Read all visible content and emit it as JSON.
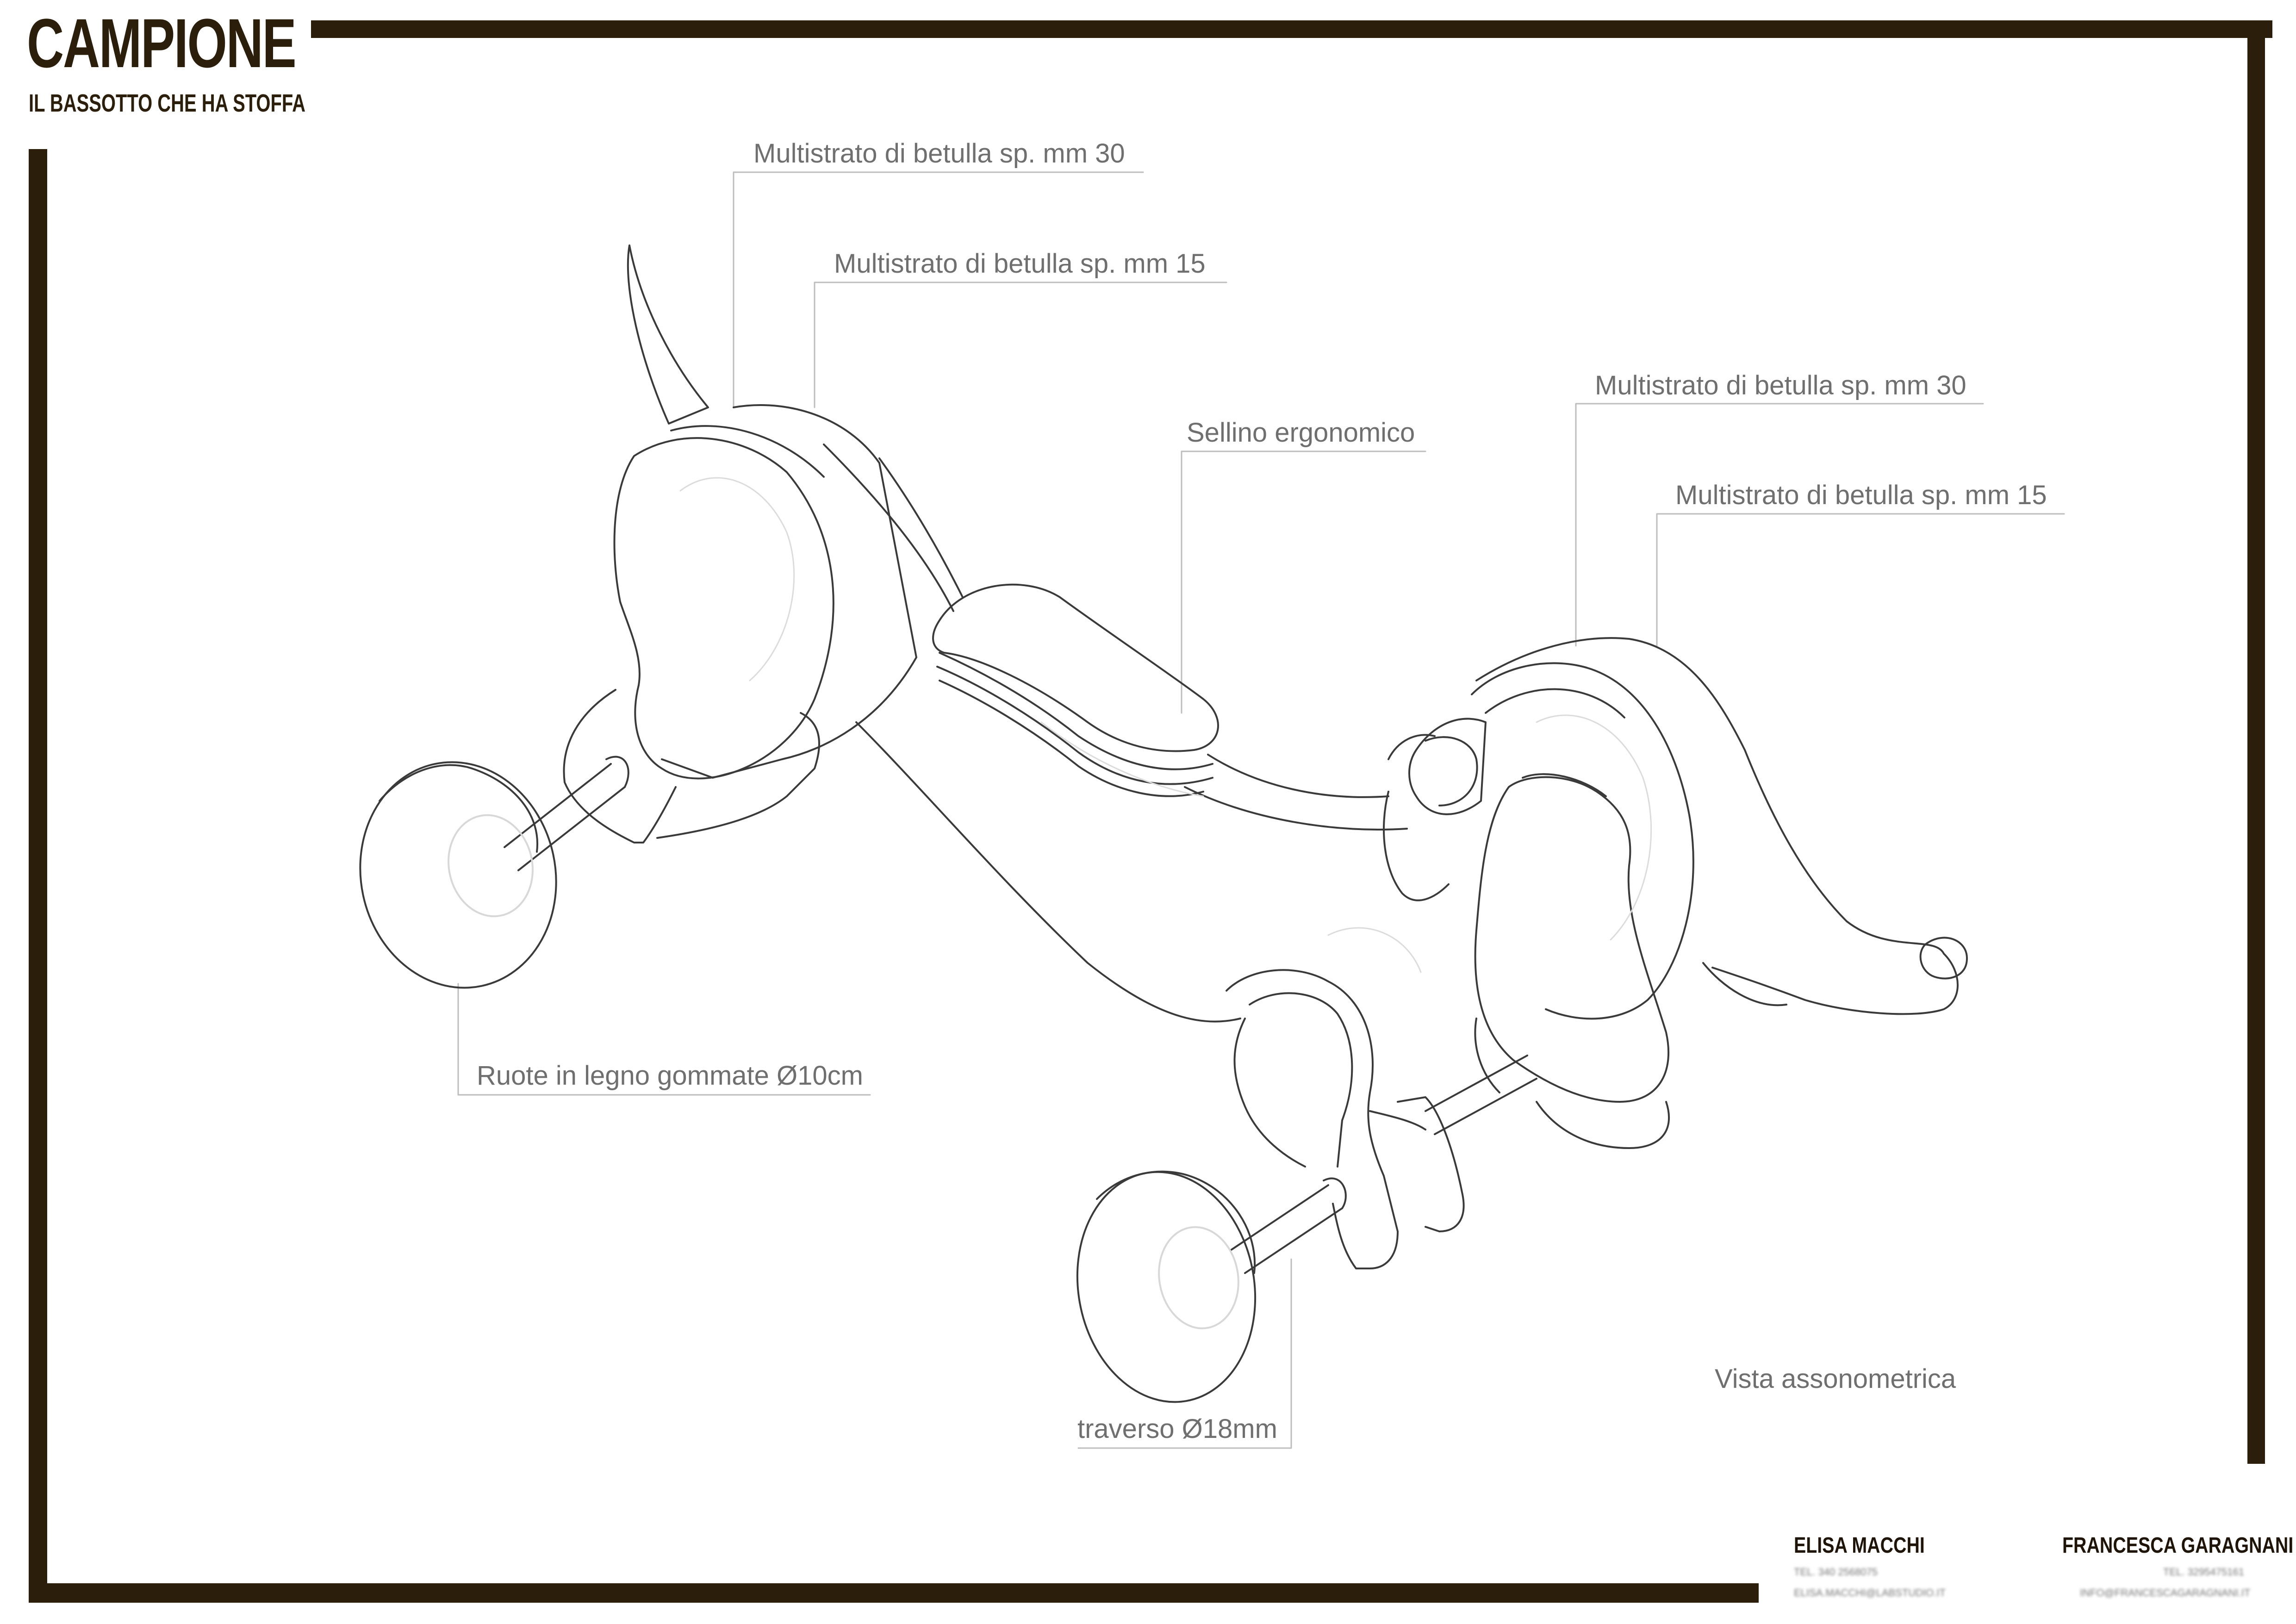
{
  "header": {
    "title": "CAMPIONE",
    "subtitle": "IL BASSOTTO CHE HA STOFFA"
  },
  "labels": {
    "head_plywood_30": "Multistrato di betulla sp. mm 30",
    "head_plywood_15": "Multistrato di betulla sp. mm 15",
    "seat": "Sellino ergonomico",
    "rear_plywood_30": "Multistrato di betulla sp. mm 30",
    "rear_plywood_15": "Multistrato di betulla sp. mm 15",
    "wheels": "Ruote in legno gommate Ø10cm",
    "axle": "traverso  Ø18mm"
  },
  "view_label": "Vista assonometrica",
  "authors": [
    {
      "name": "ELISA MACCHI",
      "phone": "TEL. 340 2568075",
      "email": "ELISA.MACCHI@LABSTUDIO.IT"
    },
    {
      "name": "FRANCESCA GARAGNANI",
      "phone": "TEL. 3295475161",
      "email": "INFO@FRANCESCAGARAGNANI.IT"
    }
  ],
  "colors": {
    "frame": "#2b1e0b",
    "drawing_line": "#3a3a3a",
    "label_text": "#6f6f6f"
  }
}
